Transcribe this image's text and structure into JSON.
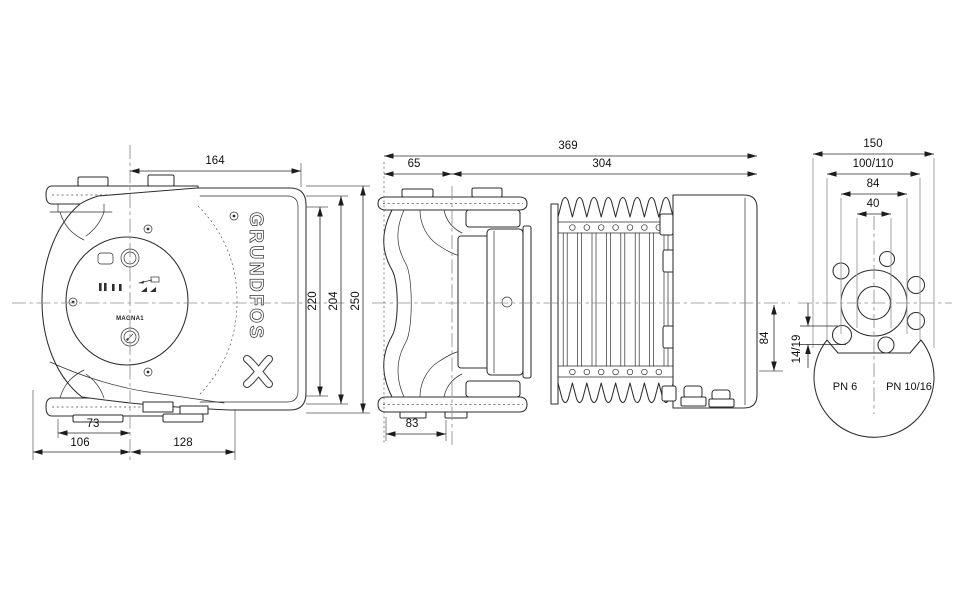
{
  "front_view": {
    "brand": "GRUNDFOS",
    "model": "MAGNA1",
    "dim_top_width": "164",
    "dim_height_inner": "220",
    "dim_height_mid": "204",
    "dim_height_outer": "250",
    "dim_foot_offset": "73",
    "dim_base_left": "106",
    "dim_base_right": "128"
  },
  "side_view": {
    "dim_total_length": "369",
    "dim_flange_depth": "65",
    "dim_body_length": "304",
    "dim_center_to_bottom": "84",
    "dim_foot_width": "83"
  },
  "flange_view": {
    "dim_flange_od": "150",
    "dim_bolt_circle": "100/110",
    "dim_raised_face": "84",
    "dim_bore": "40",
    "dim_bolt_hole": "14/19",
    "label_pn_left": "PN 6",
    "label_pn_right": "PN 10/16"
  }
}
